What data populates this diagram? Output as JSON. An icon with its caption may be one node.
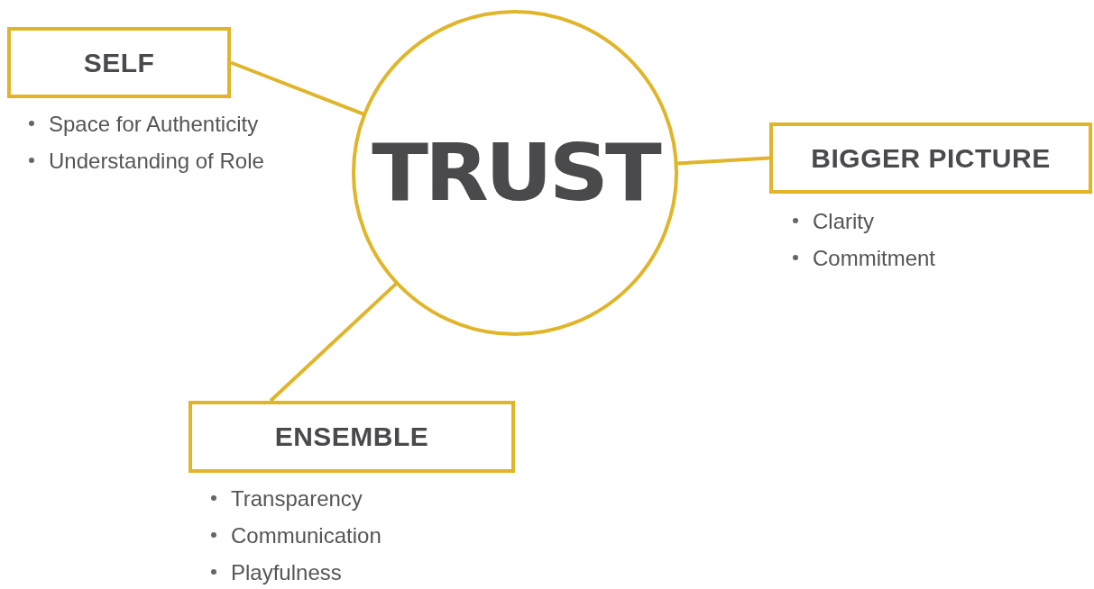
{
  "diagram": {
    "nodes": [
      {
        "text": [
          "SELF"
        ],
        "beside": [
          "Space for Authenticity",
          "Understanding of Role"
        ]
      },
      {
        "text": [
          "TRUST"
        ]
      },
      {
        "text": [
          "BIGGER PICTURE"
        ],
        "beside": [
          "Clarity",
          "Commitment"
        ]
      },
      {
        "text": [
          "ENSEMBLE"
        ],
        "beside": [
          "Transparency",
          "Communication",
          "Playfulness"
        ]
      }
    ],
    "edges": [
      {
        "from": 0,
        "to": 1,
        "arrow": "none"
      },
      {
        "from": 1,
        "to": 2,
        "arrow": "none"
      },
      {
        "from": 1,
        "to": 3,
        "arrow": "none"
      }
    ]
  }
}
